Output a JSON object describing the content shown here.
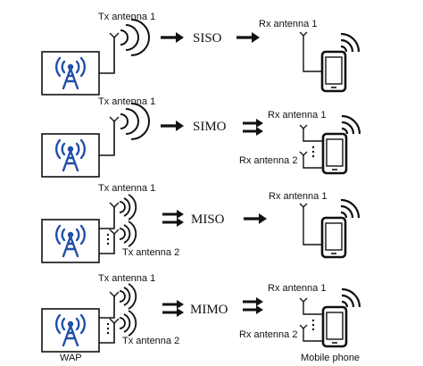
{
  "labels": {
    "tx_antenna_1": "Tx antenna 1",
    "tx_antenna_2": "Tx antenna 2",
    "rx_antenna_1": "Rx antenna 1",
    "rx_antenna_2": "Rx antenna 2",
    "wap": "WAP",
    "mobile_phone": "Mobile phone"
  },
  "rows": [
    {
      "mode": "SISO",
      "tx_count": 1,
      "rx_count": 1
    },
    {
      "mode": "SIMO",
      "tx_count": 1,
      "rx_count": 2
    },
    {
      "mode": "MISO",
      "tx_count": 2,
      "rx_count": 1
    },
    {
      "mode": "MIMO",
      "tx_count": 2,
      "rx_count": 2
    }
  ],
  "colors": {
    "wap_icon": "#1f4fa8",
    "line": "#111111"
  },
  "icons": {
    "wap": "wifi-tower-icon",
    "phone": "smartphone-icon",
    "antenna": "antenna-icon",
    "signal": "signal-waves-icon"
  }
}
